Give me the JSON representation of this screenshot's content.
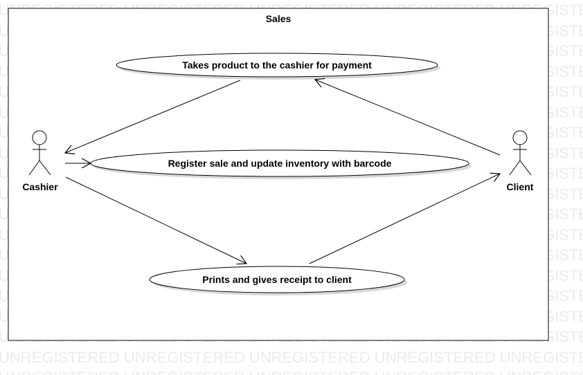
{
  "watermark": "UNREGISTERED",
  "system": {
    "title": "Sales"
  },
  "actors": {
    "cashier": "Cashier",
    "client": "Client"
  },
  "use_cases": {
    "takes_product": "Takes product to the cashier for payment",
    "register_sale": "Register sale and update inventory with barcode",
    "prints_receipt": "Prints and gives receipt to client"
  },
  "colors": {
    "line": "#000000",
    "shadow": "#d8d8d8",
    "watermark": "#ebebeb"
  }
}
